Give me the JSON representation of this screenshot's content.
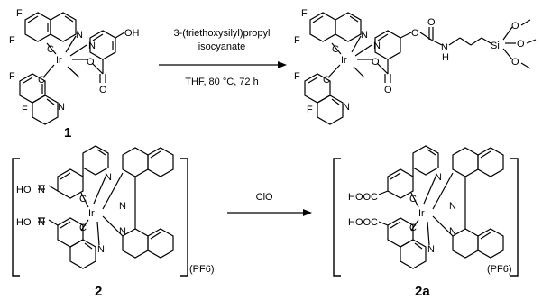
{
  "reaction1": {
    "reagent": "3-(triethoxysilyl)propyl isocyanate",
    "reagent_line1": "3-(triethoxysilyl)propyl",
    "reagent_line2": "isocyanate",
    "conditions": "THF, 80 °C, 72 h",
    "reactant_label": "1"
  },
  "reaction2": {
    "reagent": "ClO⁻",
    "reactant_label": "2",
    "product_label": "2a",
    "counterion": "(PF6)"
  },
  "atoms": {
    "F": "F",
    "N": "N",
    "C": "C",
    "Ir": "Ir",
    "O": "O",
    "OH": "OH",
    "H": "H",
    "Si": "Si",
    "HO": "HO",
    "HOOC": "HOOC"
  }
}
